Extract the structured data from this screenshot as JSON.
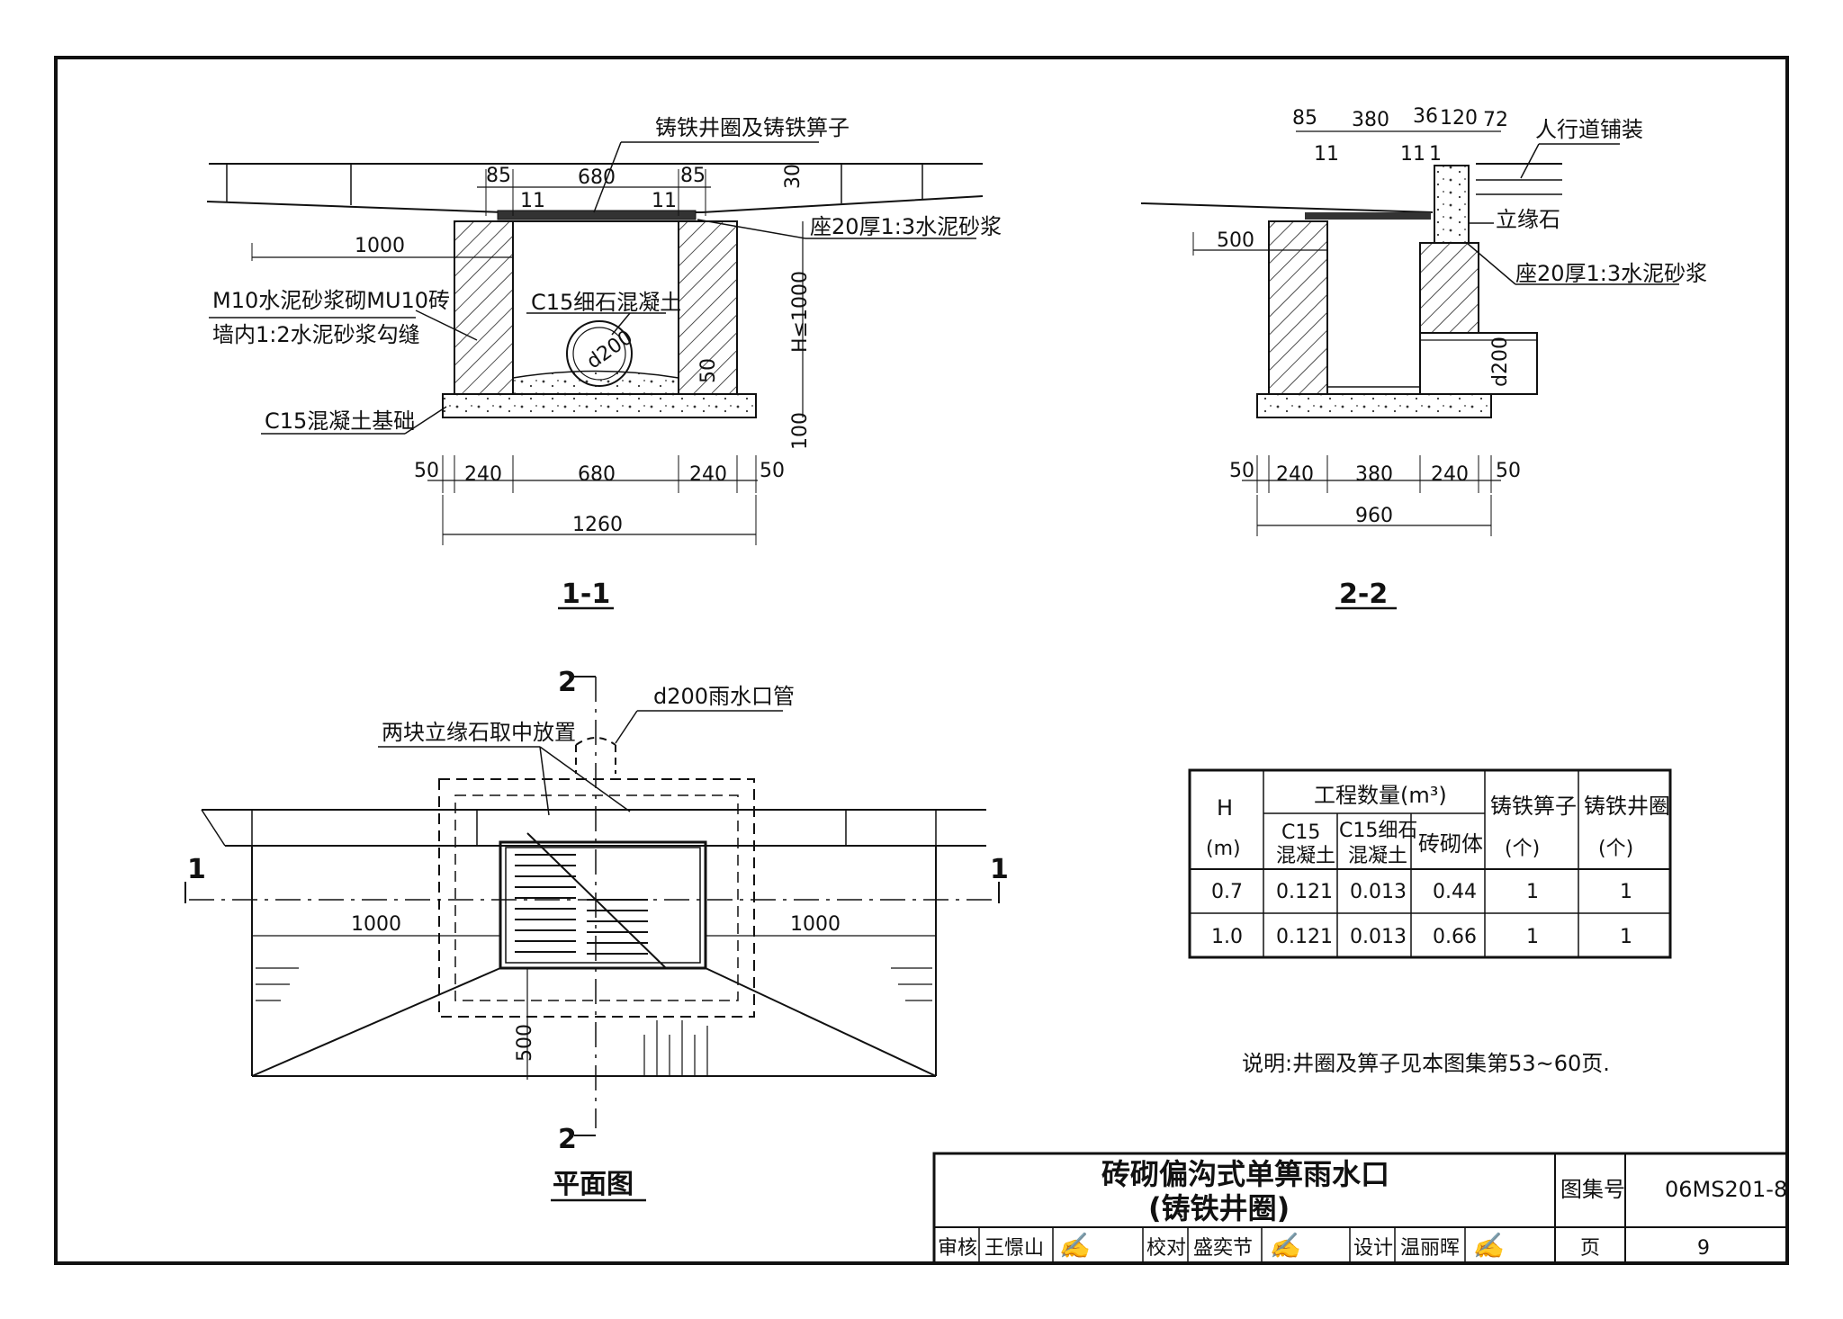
{
  "section_1_1": {
    "title": "1-1",
    "label_cover": "铸铁井圈及铸铁箅子",
    "label_mortar": "座20厚1:3水泥砂浆",
    "label_wall_1": "M10水泥砂浆砌MU10砖",
    "label_wall_2": "墙内1:2水泥砂浆勾缝",
    "label_fine": "C15细石混凝土",
    "label_base": "C15混凝土基础",
    "pipe": "d200",
    "h": "H≤1000",
    "dims": {
      "top_85a": "85",
      "top_680": "680",
      "top_85b": "85",
      "top_11a": "11",
      "top_11b": "11",
      "d30": "30",
      "d1000": "1000",
      "d50": "50",
      "d100": "100",
      "b50a": "50",
      "b240a": "240",
      "b680": "680",
      "b240b": "240",
      "b50b": "50",
      "b1260": "1260"
    }
  },
  "section_2_2": {
    "title": "2-2",
    "label_paving": "人行道铺装",
    "label_curb": "立缘石",
    "label_mortar": "座20厚1:3水泥砂浆",
    "pipe": "d200",
    "dims": {
      "t85": "85",
      "t380": "380",
      "t36": "36",
      "t120": "120",
      "t72": "72",
      "t11a": "11",
      "t11b": "11",
      "t1": "1",
      "d500": "500",
      "b50a": "50",
      "b240a": "240",
      "b380": "380",
      "b240b": "240",
      "b50b": "50",
      "b960": "960"
    }
  },
  "plan": {
    "title": "平面图",
    "label_curbs": "两块立缘石取中放置",
    "label_pipe": "d200雨水口管",
    "cut_1": "1",
    "cut_2": "2",
    "d1000a": "1000",
    "d1000b": "1000",
    "d500": "500"
  },
  "quantity_table": {
    "h_head": "H",
    "unit": "(m)",
    "qty_head": "工程数量(m³)",
    "c15": "C15\n混凝土",
    "c15_1": "C15",
    "c15_2": "混凝土",
    "c15f_1": "C15细石",
    "c15f_2": "混凝土",
    "brick": "砖砌体",
    "grate_1": "铸铁箅子",
    "ring_1": "铸铁井圈",
    "pcs": "(个)",
    "rows": [
      {
        "h": "0.7",
        "c15": "0.121",
        "c15f": "0.013",
        "brick": "0.44",
        "grate": "1",
        "ring": "1"
      },
      {
        "h": "1.0",
        "c15": "0.121",
        "c15f": "0.013",
        "brick": "0.66",
        "grate": "1",
        "ring": "1"
      }
    ]
  },
  "note": "说明:井圈及箅子见本图集第53~60页.",
  "title_block": {
    "title_1": "砖砌偏沟式单箅雨水口",
    "title_2": "(铸铁井圈)",
    "atlas_label": "图集号",
    "atlas_no": "06MS201-8",
    "review": "审核",
    "reviewer": "王憬山",
    "check": "校对",
    "checker": "盛奕节",
    "design": "设计",
    "designer": "温丽晖",
    "page_label": "页",
    "page_no": "9"
  }
}
